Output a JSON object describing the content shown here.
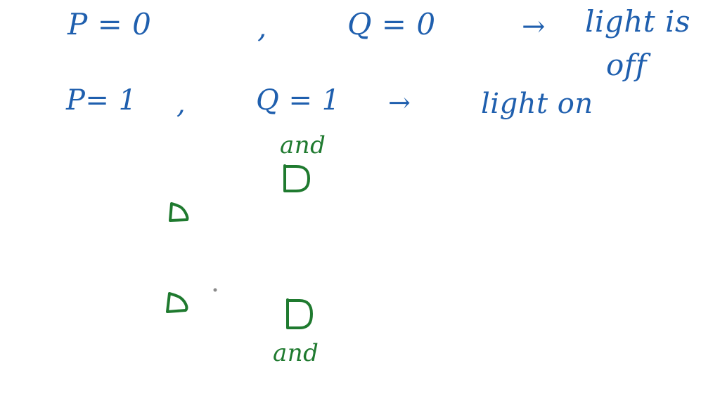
{
  "notes": {
    "row1": {
      "p_eq": "P = 0",
      "comma": ",",
      "q_eq": "Q =  0",
      "arrow": "→",
      "result_line1": "light is",
      "result_line2": "off"
    },
    "row2": {
      "p_eq": "P= 1",
      "comma": ",",
      "q_eq": "Q = 1",
      "arrow": "→",
      "result": "light on"
    },
    "annotations": {
      "and_top": "and",
      "and_bottom": "and"
    }
  },
  "colors": {
    "blue_ink": "#1f5fae",
    "green_ink": "#1f7a2f",
    "background": "#ffffff"
  },
  "icons": [
    "and-gate-top-icon",
    "and-gate-bottom-icon",
    "small-gate-left-top-icon",
    "small-gate-left-bottom-icon",
    "dot-icon"
  ]
}
